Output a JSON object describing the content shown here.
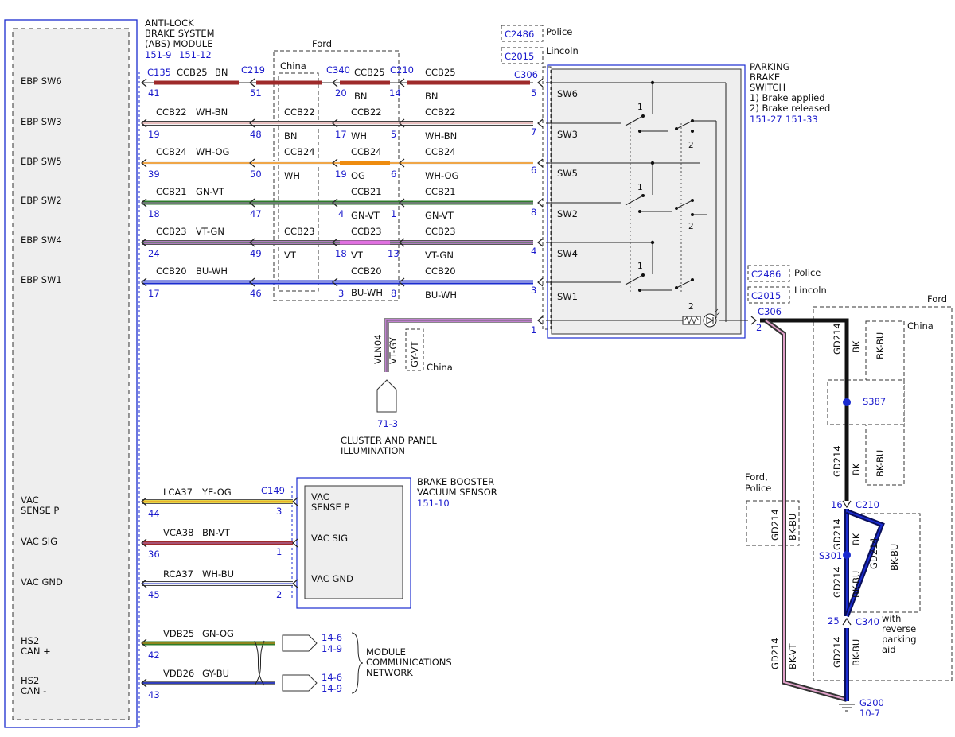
{
  "colors": {
    "brown": "#9e2a2a",
    "white": "#f2f2f2",
    "whitebn": "#e8b0b0",
    "yellow": "#e6d64a",
    "orange": "#ee8c10",
    "green": "#2e7d2a",
    "violet": "#b07cc0",
    "pink": "#e070e0",
    "blue": "#1a2bd0",
    "navy": "#0a0f5a",
    "black": "#111111",
    "label_blue": "#1a1acc",
    "module_fill": "#eeeeee"
  },
  "abs_module": {
    "title_lines": [
      "ANTI-LOCK",
      "BRAKE SYSTEM",
      "(ABS) MODULE"
    ],
    "refs": [
      "151-9",
      "151-12"
    ],
    "pins": [
      "EBP SW6",
      "EBP SW3",
      "EBP SW5",
      "EBP SW2",
      "EBP SW4",
      "EBP SW1"
    ],
    "vac_sense": [
      "VAC",
      "SENSE P"
    ],
    "vac_sig": "VAC SIG",
    "vac_gnd": "VAC GND",
    "hs2_can_plus": [
      "HS2",
      "CAN +"
    ],
    "hs2_can_minus": [
      "HS2",
      "CAN -"
    ]
  },
  "connectors": {
    "c135": "C135",
    "c219": "C219",
    "c340": "C340",
    "c210": "C210",
    "c306": "C306",
    "c149": "C149",
    "c2486": "C2486",
    "c2015": "C2015",
    "police": "Police",
    "lincoln": "Lincoln",
    "ford": "Ford",
    "china": "China"
  },
  "circuits": [
    {
      "a": "CCB25",
      "ac": "BN",
      "p1": "41",
      "p2": "51",
      "c": "CCB25",
      "cc": "BN",
      "p3": "20",
      "p4": "14",
      "d": "CCB25",
      "dc": "BN",
      "p5": "5"
    },
    {
      "a": "CCB22",
      "ac": "WH-BN",
      "p1": "19",
      "p2": "48",
      "b": "CCB22",
      "bc": "BN",
      "c": "CCB22",
      "cc": "WH",
      "p3": "17",
      "p4": "5",
      "d": "CCB22",
      "dc": "WH-BN",
      "p5": "7"
    },
    {
      "a": "CCB24",
      "ac": "WH-OG",
      "p1": "39",
      "p2": "50",
      "b": "CCB24",
      "bc": "WH",
      "c": "CCB24",
      "cc": "OG",
      "p3": "19",
      "p4": "6",
      "d": "CCB24",
      "dc": "WH-OG",
      "p5": "6"
    },
    {
      "a": "CCB21",
      "ac": "GN-VT",
      "p1": "18",
      "p2": "47",
      "c": "CCB21",
      "cc": "GN-VT",
      "p3": "4",
      "p4": "1",
      "d": "CCB21",
      "dc": "GN-VT",
      "p5": "8"
    },
    {
      "a": "CCB23",
      "ac": "VT-GN",
      "p1": "24",
      "p2": "49",
      "b": "CCB23",
      "bc": "VT",
      "c": "CCB23",
      "cc": "VT",
      "p3": "18",
      "p4": "13",
      "d": "CCB23",
      "dc": "VT-GN",
      "p5": "4"
    },
    {
      "a": "CCB20",
      "ac": "BU-WH",
      "p1": "17",
      "p2": "46",
      "c": "CCB20",
      "cc": "BU-WH",
      "p3": "3",
      "p4": "8",
      "d": "CCB20",
      "dc": "BU-WH",
      "p5": "3"
    }
  ],
  "parking_switch": {
    "title_lines": [
      "PARKING",
      "BRAKE",
      "SWITCH"
    ],
    "legend": [
      "1) Brake applied",
      "2) Brake released"
    ],
    "refs": [
      "151-27",
      "151-33"
    ],
    "terminals": [
      "SW6",
      "SW3",
      "SW5",
      "SW2",
      "SW4",
      "SW1"
    ],
    "pos1": "1",
    "pos2": "2",
    "lamp_pin": "1",
    "lamp_pos": "2"
  },
  "illumination": {
    "circuit": "VLN04",
    "color": "VT-GY",
    "china_color": "GY-VT",
    "ref": "71-3",
    "label_lines": [
      "CLUSTER AND PANEL",
      "ILLUMINATION"
    ]
  },
  "vacuum": {
    "title_lines": [
      "BRAKE BOOSTER",
      "VACUUM SENSOR"
    ],
    "ref": "151-10",
    "rows": [
      {
        "circuit": "LCA37",
        "color": "YE-OG",
        "p1": "44",
        "p2": "3"
      },
      {
        "circuit": "VCA38",
        "color": "BN-VT",
        "p1": "36",
        "p2": "1"
      },
      {
        "circuit": "RCA37",
        "color": "WH-BU",
        "p1": "45",
        "p2": "2"
      }
    ],
    "sensor_pins": {
      "sense": [
        "VAC",
        "SENSE P"
      ],
      "sig": "VAC SIG",
      "gnd": "VAC GND"
    }
  },
  "can": {
    "rows": [
      {
        "circuit": "VDB25",
        "color": "GN-OG",
        "p1": "42",
        "refs": [
          "14-6",
          "14-9"
        ]
      },
      {
        "circuit": "VDB26",
        "color": "GY-BU",
        "p1": "43",
        "refs": [
          "14-6",
          "14-9"
        ]
      }
    ],
    "label_lines": [
      "MODULE",
      "COMMUNICATIONS",
      "NETWORK"
    ]
  },
  "ground": {
    "c306_pin": "2",
    "gd214": "GD214",
    "bk": "BK",
    "bk_bu": "BK-BU",
    "bk_vt": "BK-VT",
    "s387": "S387",
    "s301": "S301",
    "c210_pin": "16",
    "c210": "C210",
    "c340_pin": "25",
    "c340": "C340",
    "reverse_lines": [
      "with",
      "reverse",
      "parking",
      "aid"
    ],
    "ford_police": [
      "Ford,",
      "Police"
    ],
    "g200": "G200",
    "g200_ref": "10-7"
  }
}
